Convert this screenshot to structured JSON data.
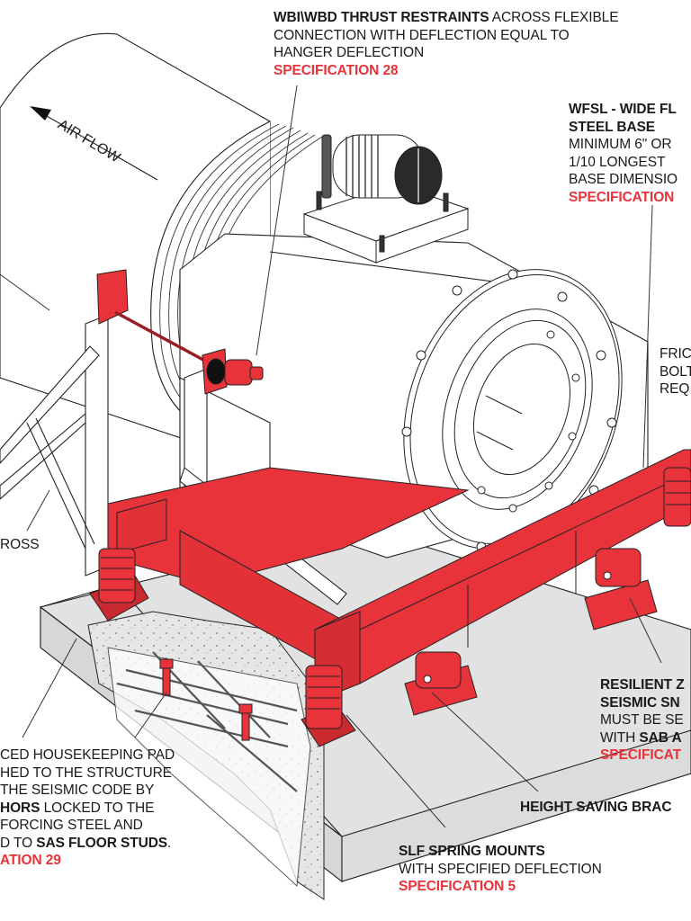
{
  "diagram": {
    "title": "Fan vibration isolation and seismic restraint assembly",
    "colors": {
      "accent_red": "#e8333a",
      "text": "#1a1a1a",
      "concrete": "#e3e3e3",
      "outline": "#222222"
    },
    "airflow_label": "AIR FLOW",
    "callouts": {
      "thrust": {
        "bold": "WBI\\WBD THRUST RESTRAINTS",
        "line1_rest": " ACROSS FLEXIBLE",
        "line2": "CONNECTION WITH DEFLECTION EQUAL TO",
        "line3": "HANGER DEFLECTION",
        "spec": "SPECIFICATION 28"
      },
      "wfsl": {
        "bold1": "WFSL - WIDE FL",
        "bold2": "STEEL BASE",
        "line1": "MINIMUM 6\" OR",
        "line2": "1/10 LONGEST",
        "line3": "BASE DIMENSIO",
        "spec": "SPECIFICATION"
      },
      "friction": {
        "line1": "FRIC",
        "line2": "BOLT",
        "line3": "REQ"
      },
      "cross": {
        "line1": "ROSS"
      },
      "resilient": {
        "bold1": "RESILIENT Z",
        "bold2": "SEISMIC SN",
        "line1": "MUST BE SE",
        "line2_pre": "WITH ",
        "line2_bold": "SAB A",
        "spec": "SPECIFICAT"
      },
      "height_saving": {
        "bold": "HEIGHT SAVING BRAC"
      },
      "housekeeping": {
        "line1": "CED HOUSEKEEPING PAD",
        "line2": "HED TO THE STRUCTURE",
        "line3": "THE SEISMIC CODE BY",
        "line4_bold": "HORS",
        "line4_rest": " LOCKED TO THE",
        "line5": "FORCING STEEL AND",
        "line6_pre": "D TO ",
        "line6_bold": "SAS FLOOR STUDS",
        "line6_post": ".",
        "spec": "ATION 29"
      },
      "slf": {
        "bold": "SLF SPRING MOUNTS",
        "line1": "WITH SPECIFIED DEFLECTION",
        "spec": "SPECIFICATION 5"
      }
    }
  }
}
